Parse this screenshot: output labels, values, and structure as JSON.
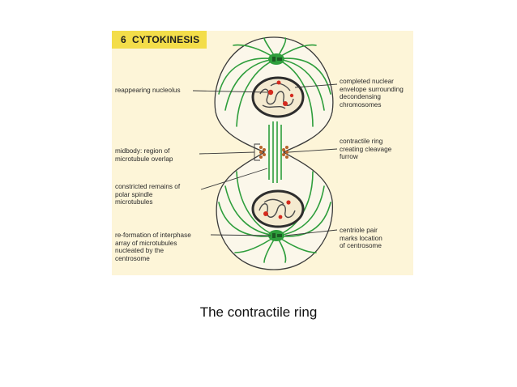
{
  "figure": {
    "stage_number": "6",
    "stage_title": "CYTOKINESIS",
    "labels": {
      "reappearing_nucleolus": "reappearing nucleolus",
      "completed_nuclear_envelope": "completed nuclear\nenvelope surrounding\ndecondensing\nchromosomes",
      "midbody": "midbody: region of\nmicrotubule overlap",
      "contractile_ring": "contractile ring\ncreating cleavage\nfurrow",
      "constricted_remains": "constricted remains of\npolar spindle\nmicrotubules",
      "reformation": "re-formation of interphase\narray of microtubules\nnucleated by the\ncentrosome",
      "centriole_pair": "centriole pair\nmarks location\nof centrosome"
    },
    "colors": {
      "background": "#fdf5d8",
      "title_bar": "#f3dd4a",
      "microtubules": "#2e9e3c",
      "nucleolus": "#d42a1e",
      "outline": "#3a3a3a"
    }
  },
  "caption": "The contractile ring"
}
